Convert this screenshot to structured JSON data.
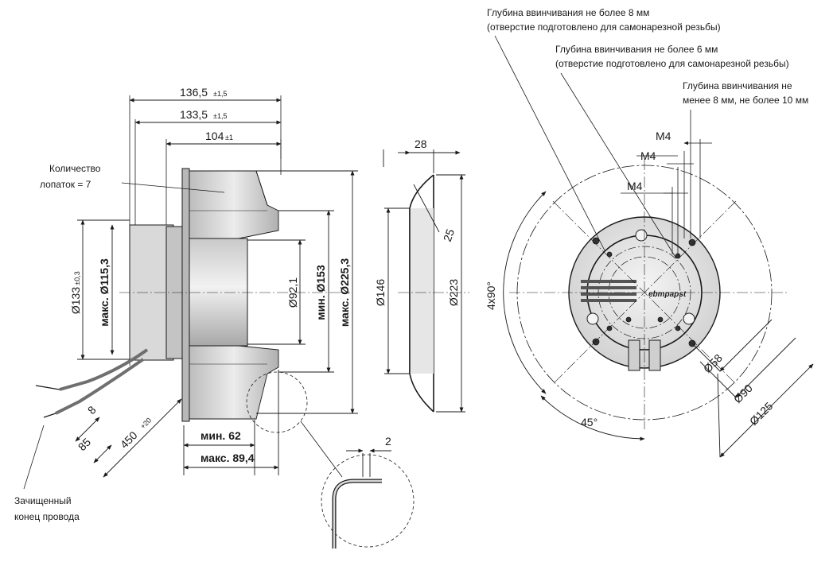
{
  "side_view": {
    "dim_overall": "136,5",
    "dim_overall_tol": "±1,5",
    "dim_rotor": "133,5",
    "dim_rotor_tol": "±1,5",
    "dim_impeller": "104",
    "dim_impeller_tol": "±1",
    "blade_note_line1": "Количество",
    "blade_note_line2": "лопаток = 7",
    "dia_housing": "Ø133",
    "dia_housing_tol": "±0,3",
    "dia_flange": "макс. Ø115,3",
    "dia_hub": "Ø92,1",
    "dia_inlet_min": "мин. Ø153",
    "dia_impeller_max": "макс. Ø225,3",
    "dim_min62": "мин. 62",
    "dim_max89": "макс. 89,4",
    "cable_8": "8",
    "cable_85": "85",
    "cable_450": "450",
    "cable_450_tol": "+20",
    "cable_note_line1": "Зачищенный",
    "cable_note_line2": "конец провода",
    "detail_dim": "2"
  },
  "inlet_ring": {
    "dim_width": "28",
    "dim_radius": "25",
    "dia_inner": "Ø146",
    "dia_outer": "Ø223"
  },
  "front_view": {
    "note1_line1": "Глубина ввинчивания не более 8 мм",
    "note1_line2": "(отверстие  подготовлено для самонарезной резьбы)",
    "note2_line1": "Глубина ввинчивания не более 6 мм",
    "note2_line2": "(отверстие подготовлено для самонарезной резьбы)",
    "note3_line1": "Глубина ввинчивания не",
    "note3_line2": "менее 8 мм, не более 10 мм",
    "thread_1": "M4",
    "thread_2": "M4",
    "thread_3": "M4",
    "angle_pattern": "4x90°",
    "angle_45": "45°",
    "dia_58": "Ø58",
    "dia_90": "Ø90",
    "dia_125": "Ø125",
    "logo_text": "ebmpapst"
  }
}
